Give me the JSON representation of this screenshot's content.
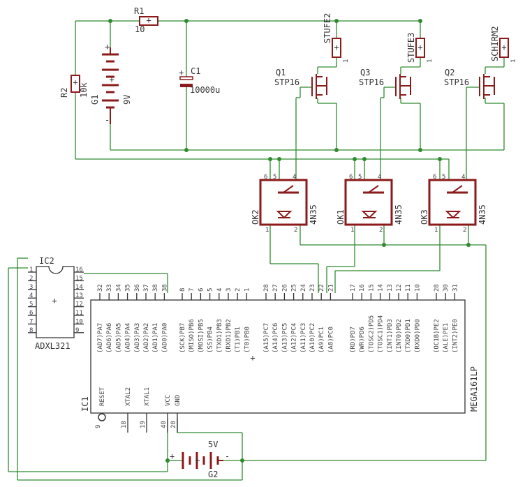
{
  "components": {
    "r1": {
      "name": "R1",
      "value": "10"
    },
    "r2": {
      "name": "R2",
      "value": "10k"
    },
    "g1": {
      "name": "G1",
      "value": "9V"
    },
    "c1": {
      "name": "C1",
      "value": "10000u"
    },
    "q1": {
      "name": "Q1",
      "value": "STP16"
    },
    "q2": {
      "name": "Q2",
      "value": "STP16"
    },
    "q3": {
      "name": "Q3",
      "value": "STP16"
    },
    "stufe2": {
      "name": "STUFE2",
      "pin": "1"
    },
    "stufe3": {
      "name": "STUFE3",
      "pin": "1"
    },
    "schirm2": {
      "name": "SCHIRM2",
      "pin": "1"
    },
    "ok1": {
      "name": "OK1",
      "value": "4N35"
    },
    "ok2": {
      "name": "OK2",
      "value": "4N35"
    },
    "ok3": {
      "name": "OK3",
      "value": "4N35"
    },
    "ic2": {
      "name": "IC2",
      "value": "ADXL321"
    },
    "ic1": {
      "name": "IC1",
      "value": "MEGA161LP"
    },
    "g2": {
      "name": "G2",
      "value": "5V"
    }
  },
  "ok_pins": [
    "6",
    "5",
    "4",
    "1",
    "2"
  ],
  "ic2_left_pins": [
    "1",
    "2",
    "3",
    "4",
    "5",
    "6",
    "7",
    "8"
  ],
  "ic2_right_pins": [
    "16",
    "15",
    "14",
    "13",
    "12",
    "11",
    "10",
    "9"
  ],
  "ic1_top_pins": [
    {
      "num": "32",
      "label": "(AD7)PA7"
    },
    {
      "num": "33",
      "label": "(AD6)PA6"
    },
    {
      "num": "34",
      "label": "(AD5)PA5"
    },
    {
      "num": "35",
      "label": "(AD4)PA4"
    },
    {
      "num": "36",
      "label": "(AD3)PA3"
    },
    {
      "num": "37",
      "label": "(AD2)PA2"
    },
    {
      "num": "38",
      "label": "(AD1)PA1"
    },
    {
      "num": "38",
      "label": "(AD0)PA0"
    },
    {
      "num": "8",
      "label": "(SCK)PB7"
    },
    {
      "num": "7",
      "label": "(MISO)PB6"
    },
    {
      "num": "6",
      "label": "(MOSI)PB5"
    },
    {
      "num": "5",
      "label": "(SS)PB4"
    },
    {
      "num": "4",
      "label": "(TXD1)PB3"
    },
    {
      "num": "3",
      "label": "(RXD1)PB2"
    },
    {
      "num": "2",
      "label": "(T1)PB1"
    },
    {
      "num": "1",
      "label": "(T0)PB0"
    },
    {
      "num": "28",
      "label": "(A15)PC7"
    },
    {
      "num": "27",
      "label": "(A14)PC6"
    },
    {
      "num": "26",
      "label": "(A13)PC5"
    },
    {
      "num": "25",
      "label": "(A12)PC4"
    },
    {
      "num": "24",
      "label": "(A11)PC3"
    },
    {
      "num": "23",
      "label": "(A10)PC2"
    },
    {
      "num": "22",
      "label": "(A9)PC1"
    },
    {
      "num": "21",
      "label": "(A8)PC0"
    },
    {
      "num": "17",
      "label": "(RD)PD7"
    },
    {
      "num": "16",
      "label": "(WR)PD6"
    },
    {
      "num": "15",
      "label": "(TOSC2)PD5"
    },
    {
      "num": "14",
      "label": "(TOSC1)PD4"
    },
    {
      "num": "13",
      "label": "(INT1)PD3"
    },
    {
      "num": "12",
      "label": "(INT0)PD2"
    },
    {
      "num": "11",
      "label": "(TXD0)PD1"
    },
    {
      "num": "10",
      "label": "(RXD0)PD0"
    },
    {
      "num": "28",
      "label": "(OC1B)PE2"
    },
    {
      "num": "30",
      "label": "(ALE)PE1"
    },
    {
      "num": "31",
      "label": "(INT2)PE0"
    }
  ],
  "ic1_bottom_pins": [
    {
      "num": "9",
      "label": "RESET"
    },
    {
      "num": "18",
      "label": "XTAL2"
    },
    {
      "num": "19",
      "label": "XTAL1"
    },
    {
      "num": "40",
      "label": "VCC"
    },
    {
      "num": "20",
      "label": "GND"
    }
  ],
  "colors": {
    "wire": "#2e8b2e",
    "component": "#8b1a1a",
    "ic_outline": "#333333"
  }
}
